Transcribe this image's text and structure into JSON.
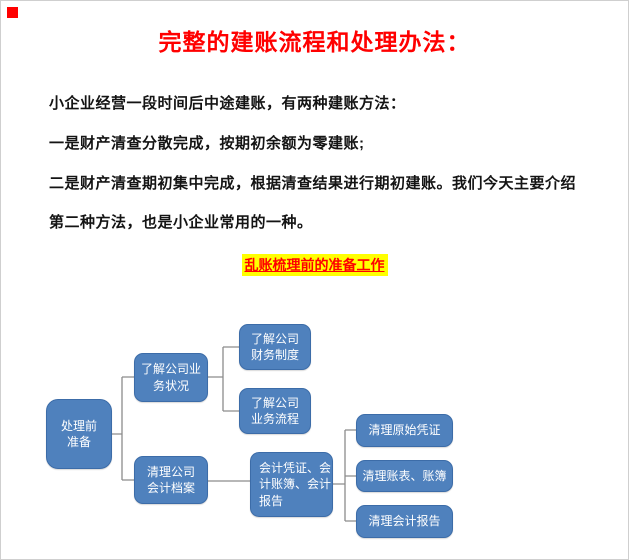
{
  "page": {
    "title": "完整的建账流程和处理办法：",
    "paragraphs": [
      "小企业经营一段时间后中途建账，有两种建账方法：",
      "一是财产清查分散完成，按期初余额为零建账;",
      "二是财产清查期初集中完成，根据清查结果进行期初建账。我们今天主要介绍",
      "第二种方法，也是小企业常用的一种。"
    ],
    "section_heading": "乱账梳理前的准备工作"
  },
  "flowchart": {
    "nodes": [
      {
        "id": "prep",
        "label": "处理前\n准备"
      },
      {
        "id": "understand-business-status",
        "label": "了解公司业\n务状况"
      },
      {
        "id": "understand-finance-system",
        "label": "了解公司\n财务制度"
      },
      {
        "id": "understand-business-process",
        "label": "了解公司\n业务流程"
      },
      {
        "id": "clean-accounting-archives",
        "label": "清理公司\n会计档案"
      },
      {
        "id": "vouchers-books-reports",
        "label": "会计凭证、会\n计账簿、会计\n报告"
      },
      {
        "id": "clean-original-vouchers",
        "label": "清理原始凭证"
      },
      {
        "id": "clean-account-tables-books",
        "label": "清理账表、账簿"
      },
      {
        "id": "clean-accounting-reports",
        "label": "清理会计报告"
      }
    ]
  },
  "colors": {
    "title_text": "#ff0000",
    "body_text": "#141414",
    "highlight_bg": "#ffff00",
    "highlight_text": "#ff0000",
    "node_fill": "#4f81bd",
    "node_border": "#3c6ca8",
    "node_text": "#ffffff",
    "connector": "#8c8c8c",
    "marker": "#ff0000",
    "page_border": "#cfcfcf"
  }
}
